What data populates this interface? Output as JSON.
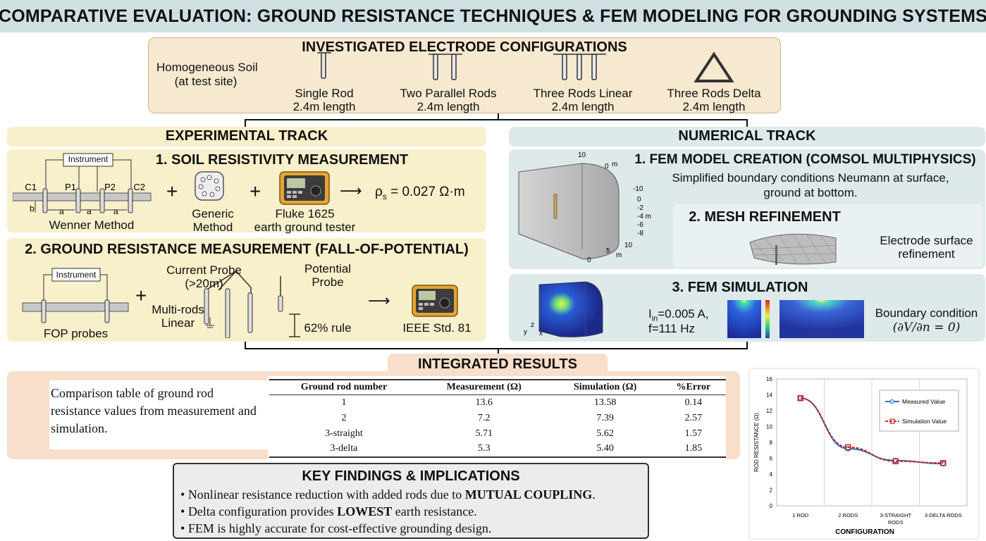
{
  "title": "COMPARATIVE EVALUATION: GROUND RESISTANCE TECHNIQUES & FEM MODELING FOR GROUNDING SYSTEMS",
  "electrodes": {
    "header": "INVESTIGATED ELECTRODE CONFIGURATIONS",
    "soil_line1": "Homogeneous Soil",
    "soil_line2": "(at test site)",
    "configs": [
      {
        "name": "Single Rod",
        "length": "2.4m length"
      },
      {
        "name": "Two Parallel Rods",
        "length": "2.4m length"
      },
      {
        "name": "Three Rods Linear",
        "length": "2.4m length"
      },
      {
        "name": "Three Rods Delta",
        "length": "2.4m length"
      }
    ]
  },
  "experimental": {
    "header": "EXPERIMENTAL TRACK",
    "soil": {
      "title": "1. SOIL RESISTIVITY MEASUREMENT",
      "instrument": "Instrument",
      "probes": [
        "C1",
        "P1",
        "P2",
        "C2"
      ],
      "spacing": "a",
      "depth": "b",
      "wenner": "Wenner Method",
      "plus": "+",
      "generic_line1": "Generic",
      "generic_line2": "Method",
      "fluke_line1": "Fluke 1625",
      "fluke_line2": "earth ground tester",
      "arrow": "⟶",
      "rho": "ρ",
      "rho_sub": "s",
      "rho_value": " = 0.027 Ω·m"
    },
    "fop": {
      "title": "2. GROUND RESISTANCE MEASUREMENT (FALL-OF-POTENTIAL)",
      "instrument": "Instrument",
      "fop_probes": "FOP probes",
      "plus": "+",
      "current_probe_line1": "Current Probe",
      "current_probe_line2": "(>20m)",
      "potential_probe_line1": "Potential",
      "potential_probe_line2": "Probe",
      "multirods_line1": "Multi-rods",
      "multirods_line2": "Linear",
      "rule": "62% rule",
      "arrow": "⟶",
      "ieee": "IEEE Std. 81"
    }
  },
  "numerical": {
    "header": "NUMERICAL TRACK",
    "fem": {
      "title": "1. FEM MODEL CREATION (COMSOL MULTIPHYSICS)",
      "desc_line1": "Simplified boundary conditions Neumann at surface,",
      "desc_line2": "ground at bottom.",
      "axis_ticks": [
        "10",
        "0",
        "m",
        "-10",
        "0",
        "-2",
        "-4 m",
        "-6",
        "-8",
        "10",
        "5",
        "m",
        "0"
      ]
    },
    "mesh": {
      "title": "2. MESH REFINEMENT",
      "desc_line1": "Electrode surface",
      "desc_line2": "refinement"
    },
    "sim": {
      "title": "3. FEM SIMULATION",
      "current_I": "I",
      "current_sub": "in",
      "current_value": "=0.005 A,",
      "freq": "f=111 Hz",
      "boundary_line1": "Boundary condition",
      "boundary_line2": "(∂V/∂n = 0)",
      "axes": [
        "y",
        "z",
        "x"
      ]
    }
  },
  "results": {
    "header": "INTEGRATED RESULTS",
    "caption": "Comparison table of ground rod resistance values from measurement and simulation.",
    "columns": [
      "Ground rod number",
      "Measurement (Ω)",
      "Simulation (Ω)",
      "%Error"
    ],
    "rows": [
      [
        "1",
        "13.6",
        "13.58",
        "0.14"
      ],
      [
        "2",
        "7.2",
        "7.39",
        "2.57"
      ],
      [
        "3-straight",
        "5.71",
        "5.62",
        "1.57"
      ],
      [
        "3-delta",
        "5.3",
        "5.40",
        "1.85"
      ]
    ]
  },
  "findings": {
    "header": "KEY FINDINGS & IMPLICATIONS",
    "items": [
      {
        "pre": "Nonlinear resistance reduction with added rods due to ",
        "bold": "MUTUAL COUPLING",
        "post": "."
      },
      {
        "pre": "Delta configuration provides ",
        "bold": "LOWEST",
        "post": " earth resistance."
      },
      {
        "pre": "FEM is highly accurate for cost-effective grounding design.",
        "bold": "",
        "post": ""
      }
    ]
  },
  "chart_data": {
    "type": "line",
    "categories": [
      "1 ROD",
      "2 RODS",
      "3-STRAIGHT RODS",
      "3-DELTA RODS"
    ],
    "series": [
      {
        "name": "Measured Value",
        "values": [
          13.6,
          7.2,
          5.71,
          5.3
        ],
        "color": "#2a6fc9"
      },
      {
        "name": "Simulation Value",
        "values": [
          13.58,
          7.39,
          5.62,
          5.4
        ],
        "color": "#cc2222"
      }
    ],
    "ylabel": "ROD RESISTANCE (Ω)",
    "xlabel": "CONFIGURATION",
    "ylim": [
      0,
      16
    ],
    "yticks": [
      0,
      2,
      4,
      6,
      8,
      10,
      12,
      14,
      16
    ],
    "legend": "right"
  },
  "colors": {
    "title_bg": "#cfe0e3",
    "tan": "#f7e9cf",
    "cream": "#f8efcb",
    "blue": "#dde9ea",
    "salmon": "#f7dfcc"
  }
}
